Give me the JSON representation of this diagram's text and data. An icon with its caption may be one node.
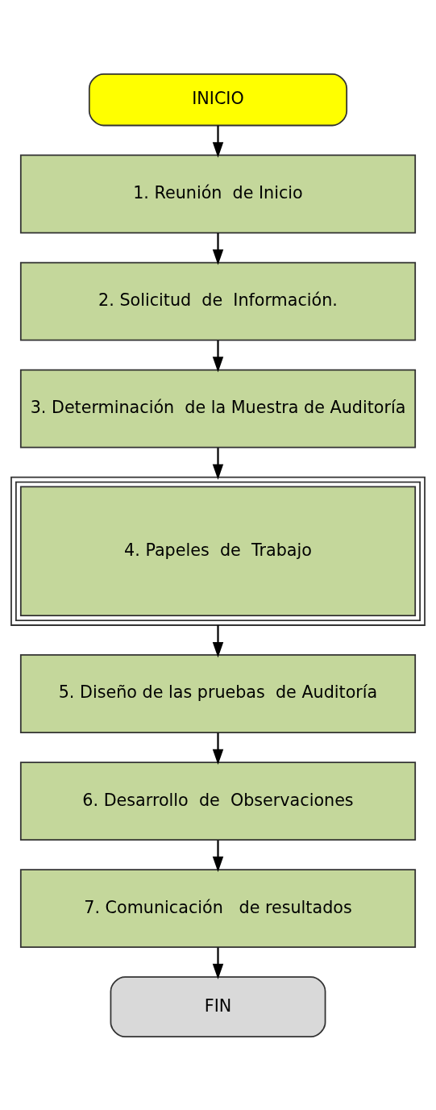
{
  "diagram": {
    "nodes": [
      {
        "text": [
          "INICIO"
        ]
      },
      {
        "text": [
          "1. Reunión  de Inicio"
        ]
      },
      {
        "text": [
          "2. Solicitud  de  Información."
        ]
      },
      {
        "text": [
          "3. Determinación  de la Muestra de Auditoría"
        ]
      },
      {
        "text": [
          "4. Papeles  de  Trabajo"
        ]
      },
      {
        "text": [
          "5. Diseño de las pruebas  de Auditoría"
        ]
      },
      {
        "text": [
          "6. Desarrollo  de  Observaciones"
        ]
      },
      {
        "text": [
          "7. Comunicación   de resultados"
        ]
      },
      {
        "text": [
          "FIN"
        ]
      }
    ],
    "edges": [
      {
        "from": 0,
        "to": 1,
        "arrow": "to"
      },
      {
        "from": 1,
        "to": 2,
        "arrow": "to"
      },
      {
        "from": 2,
        "to": 3,
        "arrow": "to"
      },
      {
        "from": 3,
        "to": 4,
        "arrow": "to"
      },
      {
        "from": 4,
        "to": 5,
        "arrow": "to"
      },
      {
        "from": 5,
        "to": 6,
        "arrow": "to"
      },
      {
        "from": 6,
        "to": 7,
        "arrow": "to"
      },
      {
        "from": 7,
        "to": 8,
        "arrow": "to"
      }
    ]
  }
}
